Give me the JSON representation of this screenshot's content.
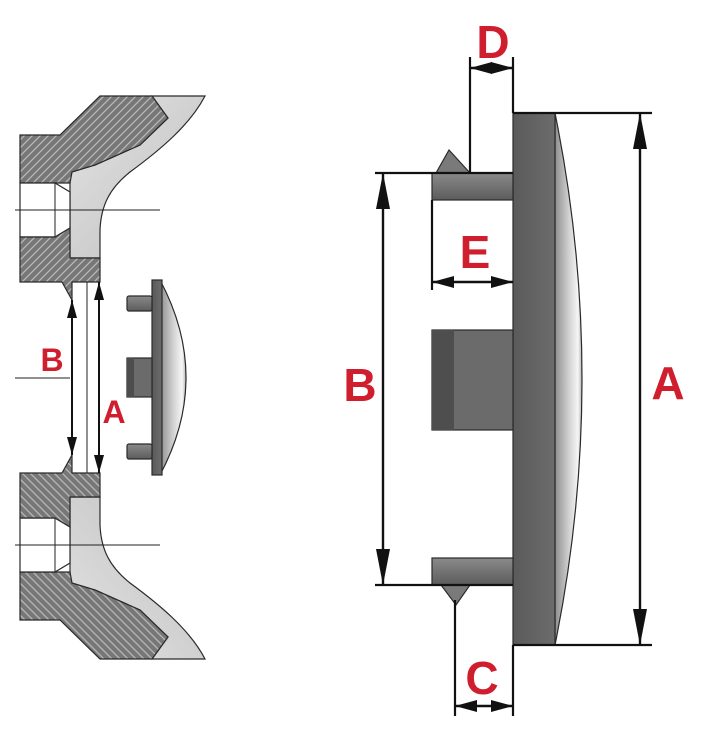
{
  "colors": {
    "label": "#cf1f2e",
    "line": "#111111",
    "section_fill": "#7a7a7a",
    "part_fill": "#6b6b6b",
    "surface_fill": "#cfcfcf"
  },
  "left_view": {
    "dimension_labels": {
      "b": "B",
      "a": "A"
    }
  },
  "right_view": {
    "dimension_labels": {
      "d": "D",
      "e": "E",
      "b": "B",
      "a": "A",
      "c": "C"
    }
  }
}
